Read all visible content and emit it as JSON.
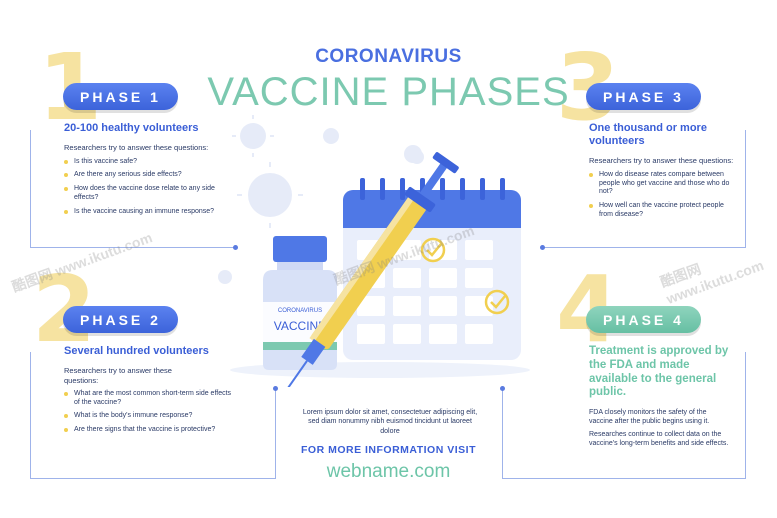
{
  "header": {
    "subtitle": "CORONAVIRUS",
    "title": "VACCINE PHASES"
  },
  "phases": [
    {
      "number": "1",
      "label": "PHASE 1",
      "heading": "20-100 healthy volunteers",
      "intro": "Researchers try to answer these questions:",
      "items": [
        "Is this vaccine safe?",
        "Are there any serious side effects?",
        "How does the vaccine dose relate to any side effects?",
        "Is the vaccine causing an immune response?"
      ]
    },
    {
      "number": "2",
      "label": "PHASE 2",
      "heading": "Several hundred volunteers",
      "intro": "Researchers try to answer these questions:",
      "items": [
        "What are the most common short-term side effects of the vaccine?",
        "What is the body's immune response?",
        "Are there signs that the vaccine is protective?"
      ]
    },
    {
      "number": "3",
      "label": "PHASE 3",
      "heading": "One thousand or more volunteers",
      "intro": "Researchers try to answer these questions:",
      "items": [
        "How do disease rates compare between people who get vaccine and those who do not?",
        "How well can the vaccine protect people from disease?"
      ]
    },
    {
      "number": "4",
      "label": "PHASE 4",
      "heading": "Treatment is approved by the FDA and made available to the general public.",
      "paragraphs": [
        "FDA closely monitors the safety of the vaccine after the public begins using it.",
        "Researches continue to collect data on the vaccine's long-term benefits and side effects."
      ]
    }
  ],
  "vial": {
    "brand": "CORONAVIRUS",
    "label": "VACCINE"
  },
  "footer": {
    "lorem": "Lorem ipsum dolor sit amet, consectetuer adipiscing elit, sed diam nonummy nibh euismod tincidunt ut laoreet dolore",
    "more_info": "FOR MORE INFORMATION VISIT",
    "website": "webname.com"
  },
  "watermark": {
    "text": "www.ikutu.com",
    "brand": "酷图网"
  },
  "colors": {
    "blue": "#3c63da",
    "green": "#6dc5a8",
    "yellow": "#f6e3a1",
    "accent_dot": "#f1cf4f"
  }
}
